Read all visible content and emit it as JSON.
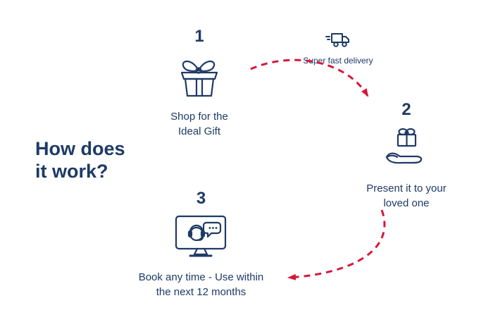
{
  "colors": {
    "navy": "#1e3a66",
    "red": "#d6173a"
  },
  "title": {
    "line1": "How does",
    "line2": "it work?"
  },
  "delivery": {
    "label": "Super fast delivery",
    "icon": "delivery-truck-icon"
  },
  "steps": [
    {
      "number": "1",
      "icon": "gift-box-icon",
      "caption_line1": "Shop for the",
      "caption_line2": "Ideal Gift"
    },
    {
      "number": "2",
      "icon": "hand-holding-gift-icon",
      "caption_line1": "Present it to your",
      "caption_line2": "loved one"
    },
    {
      "number": "3",
      "icon": "support-monitor-icon",
      "caption_line1": "Book any time - Use within",
      "caption_line2": "the next 12 months"
    }
  ]
}
